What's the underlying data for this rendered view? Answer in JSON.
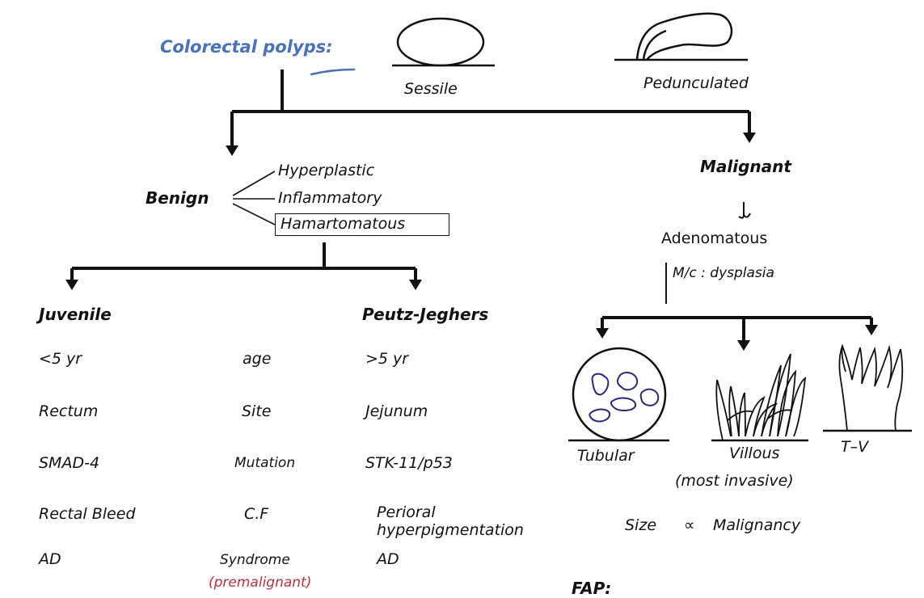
{
  "title": "Colorectal polyps:",
  "shapes": {
    "sessile": "Sessile",
    "pedunculated": "Pedunculated"
  },
  "benign": {
    "label": "Benign",
    "types": [
      "Hyperplastic",
      "Inflammatory",
      "Hamartomatous"
    ]
  },
  "malignant": {
    "label": "Malignant",
    "adenomatous": "Adenomatous",
    "mc": "M/c : dysplasia",
    "subtypes": {
      "tubular": "Tubular",
      "villous": "Villous",
      "villous_note": "(most invasive)",
      "tv": "T–V"
    },
    "size_rule": {
      "left": "Size",
      "symbol": "∝",
      "right": "Malignancy"
    },
    "fap": "FAP:"
  },
  "hamartomatous_table": {
    "left_title": "Juvenile",
    "right_title": "Peutz-Jeghers",
    "rows": [
      {
        "left": "<5 yr",
        "mid": "age",
        "right": ">5 yr"
      },
      {
        "left": "Rectum",
        "mid": "Site",
        "right": "Jejunum"
      },
      {
        "left": "SMAD-4",
        "mid": "Mutation",
        "right": "STK-11/p53"
      },
      {
        "left": "Rectal Bleed",
        "mid": "C.F",
        "right": "Perioral",
        "right2": "hyperpigmentation"
      },
      {
        "left": "AD",
        "mid": "Syndrome",
        "right": "AD"
      }
    ],
    "premalignant": "(premalignant)"
  },
  "colors": {
    "title": "#4a72b8",
    "note": "#b8323e",
    "ink": "#111111",
    "nuclei": "#2a2a7a"
  }
}
